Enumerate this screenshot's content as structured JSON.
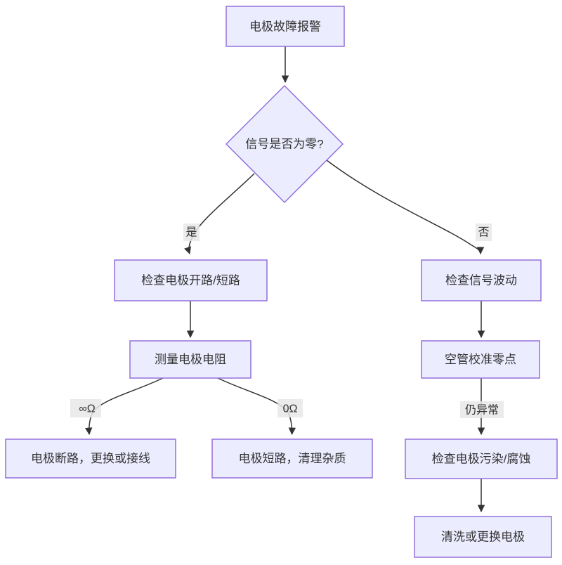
{
  "diagram": {
    "type": "flowchart",
    "direction": "top-down",
    "title_node": "电极故障报警",
    "colors": {
      "node_fill": "#ECECFF",
      "node_border": "#9370DB",
      "edge_line": "#333333",
      "text": "#333333",
      "edge_label_bg": "#e8e8e8",
      "background": "#ffffff"
    },
    "nodes": {
      "alarm": {
        "shape": "rect",
        "label": "电极故障报警"
      },
      "decision": {
        "shape": "diamond",
        "label": "信号是否为零?"
      },
      "check_open_short": {
        "shape": "rect",
        "label": "检查电极开路/短路"
      },
      "measure_resistance": {
        "shape": "rect",
        "label": "测量电极电阻"
      },
      "open_circuit": {
        "shape": "rect",
        "label": "电极断路，更换或接线"
      },
      "short_circuit": {
        "shape": "rect",
        "label": "电极短路，清理杂质"
      },
      "check_fluctuation": {
        "shape": "rect",
        "label": "检查信号波动"
      },
      "empty_pipe_zero": {
        "shape": "rect",
        "label": "空管校准零点"
      },
      "check_pollution": {
        "shape": "rect",
        "label": "检查电极污染/腐蚀"
      },
      "clean_replace": {
        "shape": "rect",
        "label": "清洗或更换电极"
      }
    },
    "edges": [
      {
        "from": "alarm",
        "to": "decision",
        "label": ""
      },
      {
        "from": "decision",
        "to": "check_open_short",
        "label": "是"
      },
      {
        "from": "decision",
        "to": "check_fluctuation",
        "label": "否"
      },
      {
        "from": "check_open_short",
        "to": "measure_resistance",
        "label": ""
      },
      {
        "from": "measure_resistance",
        "to": "open_circuit",
        "label": "∞Ω"
      },
      {
        "from": "measure_resistance",
        "to": "short_circuit",
        "label": "0Ω"
      },
      {
        "from": "check_fluctuation",
        "to": "empty_pipe_zero",
        "label": ""
      },
      {
        "from": "empty_pipe_zero",
        "to": "check_pollution",
        "label": "仍异常"
      },
      {
        "from": "check_pollution",
        "to": "clean_replace",
        "label": ""
      }
    ]
  }
}
